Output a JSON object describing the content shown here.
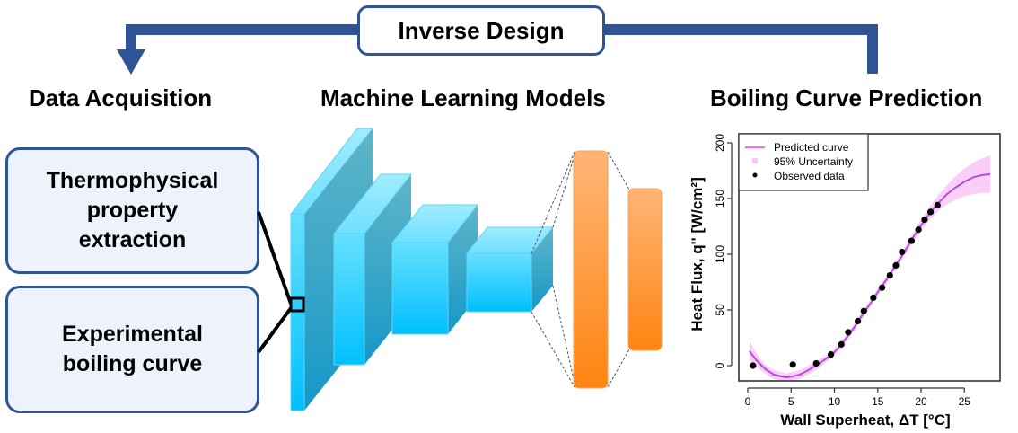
{
  "header": {
    "inverse_design_label": "Inverse Design",
    "arrow_color": "#2f5597"
  },
  "sections": {
    "data_acquisition": "Data Acquisition",
    "ml_models": "Machine Learning Models",
    "boiling_prediction": "Boiling Curve Prediction"
  },
  "inputs": [
    {
      "label": "Thermophysical\nproperty\nextraction"
    },
    {
      "label": "Experimental\nboiling curve"
    }
  ],
  "model": {
    "conv_color": "#33ccff",
    "dense_color": "#ff8c1a",
    "conv_layers": 4,
    "dense_layers": 2
  },
  "chart_data": {
    "type": "scatter",
    "title": "",
    "xlabel": "Wall Superheat, ΔT [°C]",
    "ylabel": "Heat Flux, q'' [W/cm²]",
    "xlim": [
      -1,
      29
    ],
    "ylim": [
      -14,
      207
    ],
    "xticks": [
      0,
      5,
      10,
      15,
      20,
      25
    ],
    "yticks": [
      0,
      50,
      100,
      150,
      200
    ],
    "grid": false,
    "legend": {
      "position": "top-left",
      "entries": [
        "Predicted curve",
        "95% Uncertainty",
        "Observed data"
      ]
    },
    "colors": {
      "curve": "#b44de8",
      "band": "#f9c6f5",
      "points": "#000000"
    },
    "observed": {
      "x": [
        0.6,
        5.2,
        7.9,
        9.6,
        10.8,
        11.6,
        12.7,
        13.4,
        14.5,
        15.5,
        16.4,
        17.1,
        17.8,
        18.9,
        19.7,
        20.4,
        21.1,
        21.9
      ],
      "y": [
        0,
        1,
        2,
        10,
        19,
        30,
        40,
        49,
        61,
        70,
        81,
        90,
        102,
        112,
        122,
        131,
        138,
        144
      ]
    },
    "predicted": {
      "x": [
        0.2,
        1,
        2,
        3,
        4,
        4.5,
        5,
        6,
        7,
        8,
        9,
        10,
        11,
        12,
        13,
        14,
        15,
        16,
        17,
        18,
        19,
        20,
        21,
        22,
        23,
        24,
        25,
        26,
        27,
        28
      ],
      "y": [
        13,
        5,
        -3,
        -8,
        -10,
        -10.5,
        -10,
        -8,
        -4,
        1,
        6,
        12,
        21,
        31,
        43,
        54,
        66,
        77,
        89,
        101,
        114,
        126,
        137,
        146,
        154,
        160,
        165,
        169,
        171,
        172
      ],
      "lower": [
        5,
        -1,
        -7,
        -12,
        -14,
        -14,
        -14,
        -12,
        -8,
        -3,
        3,
        9,
        18,
        28,
        40,
        51,
        63,
        74,
        86,
        98,
        110,
        121,
        131,
        139,
        145,
        149,
        152,
        154,
        155,
        155
      ],
      "upper": [
        22,
        11,
        1,
        -4,
        -6,
        -7,
        -6,
        -4,
        0,
        5,
        9,
        15,
        24,
        34,
        46,
        57,
        69,
        80,
        92,
        104,
        118,
        131,
        143,
        153,
        162,
        170,
        177,
        182,
        186,
        189
      ]
    }
  }
}
